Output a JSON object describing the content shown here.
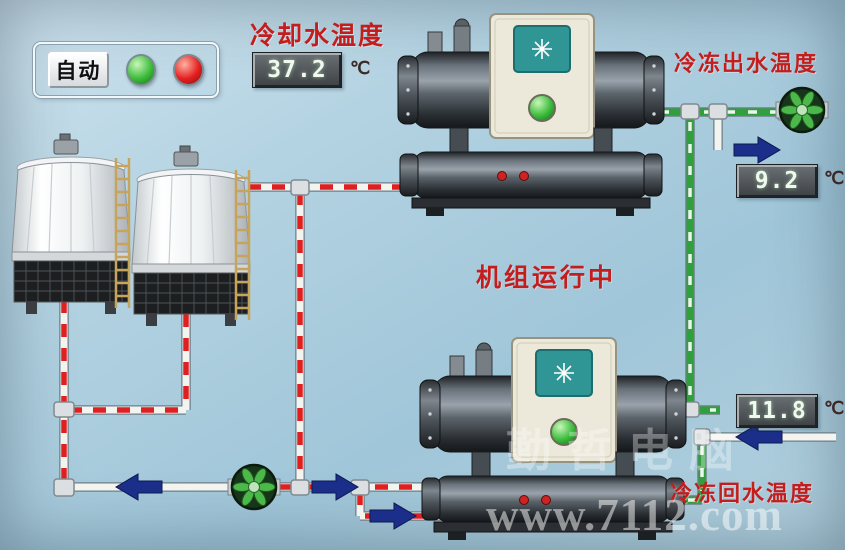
{
  "colors": {
    "background": "#aecfe0",
    "label_red": "#c31d1d",
    "pipe_red": "#df2020",
    "pipe_green": "#2fa03c",
    "arrow_blue": "#1b2f8a",
    "display_bg": "#4a4f53",
    "display_text": "#f0f8ef",
    "green_light": "#3dbc3d",
    "red_light": "#e32020"
  },
  "control_panel": {
    "auto_button_label": "自动",
    "lights": [
      {
        "name": "green-indicator",
        "color": "#3dbc3d"
      },
      {
        "name": "red-indicator",
        "color": "#e32020"
      }
    ]
  },
  "sensors": {
    "cooling_water": {
      "label": "冷却水温度",
      "value": "37.2",
      "unit": "℃"
    },
    "chilled_outlet": {
      "label": "冷冻出水温度",
      "value": "9.2",
      "unit": "℃"
    },
    "chilled_return": {
      "label": "冷冻回水温度",
      "value": "11.8",
      "unit": "℃"
    }
  },
  "status": {
    "running_text": "机组运行中"
  },
  "equipment": {
    "cooling_towers": 2,
    "chillers": 2,
    "pumps": 2
  },
  "icons": {
    "pump": "pump-icon",
    "flow_arrow_right": "flow-arrow-right-icon",
    "flow_arrow_left": "flow-arrow-left-icon"
  },
  "watermark": {
    "cn": "勤哲电脑",
    "url": "www.7112.com"
  }
}
